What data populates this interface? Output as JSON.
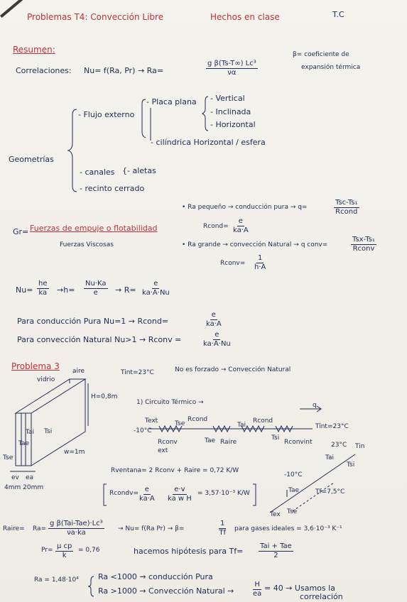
{
  "header": {
    "title": "Problemas T4: Convección Libre",
    "subtitle": "Hechos en clase",
    "tag": "T.C"
  },
  "resumen": {
    "label": "Resumen:",
    "correlaciones_label": "Correlaciones:",
    "nu_formula": "Nu= f(Ra, Pr) → Ra=",
    "ra_num": "g β(Ts-T∞) Lc³",
    "ra_den": "να",
    "beta_note_1": "β= coeficiente de",
    "beta_note_2": "expansión térmica"
  },
  "geometrias": {
    "label": "Geometrías",
    "flujo_externo": "- Flujo externo",
    "placa_plana": "- Placa plana",
    "vertical": "- Vertical",
    "inclinada": "- Inclinada",
    "horizontal": "- Horizontal",
    "cilindrica": "- cilíndrica Horizontal / esfera",
    "canales": "- canales",
    "aletas": "{- aletas",
    "recinto": "- recinto cerrado"
  },
  "gr": {
    "label": "Gr=",
    "num": "Fuerzas de empuje o flotabilidad",
    "den": "Fuerzas Viscosas"
  },
  "ra_cases": {
    "pequeno": "• Ra pequeño → conducción pura → q=",
    "pequeno_num": "Tsc-Ts₁",
    "pequeno_den": "Rcond",
    "rcond_label": "Rcond=",
    "rcond_num": "e",
    "rcond_den": "ka·A",
    "grande": "• Ra grande → convección Natural → q conv=",
    "grande_num": "Tsx-Ts₁",
    "grande_den": "Rconv",
    "rconv_label": "Rconv=",
    "rconv_num": "1",
    "rconv_den": "h·A"
  },
  "nu_def": {
    "nu_eq": "Nu=",
    "nu_num": "he",
    "nu_den": "ka",
    "arrow_h": "→h=",
    "h_num": "Nu·Ka",
    "h_den": "e",
    "arrow_r": "→ R=",
    "r_num": "e",
    "r_den": "ka·A·Nu"
  },
  "cases": {
    "cond": "Para conducción Pura  Nu=1 → Rcond=",
    "cond_num": "e",
    "cond_den": "ka·A",
    "conv": "Para convección Natural  Nu>1 → Rconv =",
    "conv_num": "e",
    "conv_den": "ka·A·Nu"
  },
  "problema3": {
    "label": "Problema 3",
    "tint": "Tint=23°C",
    "forzado": "No es forzado → Convección Natural",
    "vidrio": "vidrio",
    "aire": "aire",
    "h": "H=0,8m",
    "tsi": "Tsi",
    "tai": "Tai",
    "tae": "Tae",
    "tse": "Tse",
    "w": "w=1m",
    "ev": "ev",
    "ea": "ea",
    "espesor": "4mm  20mm",
    "circuito": "1) Circuito Térmico →",
    "q": "q",
    "text": "Text",
    "text_val": "-10°C",
    "tse2": "Tse",
    "rcond": "Rcond",
    "tai2": "Tai",
    "rcond2": "Rcond",
    "tint2": "Tint=23°C",
    "rconv": "Rconv",
    "ext": "ext",
    "tae2": "Tae",
    "raire": "Raire",
    "tsi2": "Tsi",
    "rconvint": "Rconvint",
    "rventana": "Rventana= 2 Rconv + Raire = 0,72 K/W",
    "rcondv_label": "Rcondv=",
    "rcondv_num": "e",
    "rcondv_den": "ka·A",
    "rcondv2_num": "e·v",
    "rcondv2_den": "ka w H",
    "rcondv_val": "= 3,57·10⁻³ K/W",
    "gtin": "Tin",
    "g23": "23°C",
    "gtai": "Tai",
    "gtsi": "Tsi",
    "gm10": "-10°C",
    "gtae": "Tae",
    "gtf": "Tf=7,5°C",
    "gtex": "Tex",
    "gtse": "Tse"
  },
  "raire": {
    "label": "Raire=",
    "ra": "Ra=",
    "ra_num": "g β(Tai-Tae)·Lc³",
    "ra_den": "νa·ka",
    "arrow": "→ Nu= f(Ra Pr) → β=",
    "b_num": "1",
    "b_den": "Tf",
    "gases": "para gases ideales = 3,6·10⁻³ K⁻¹",
    "pr": "Pr=",
    "pr_num": "μ cp",
    "pr_den": "k",
    "pr_val": "= 0,76",
    "hip": "hacemos hipótesis para Tf=",
    "hip_num": "Tai + Tae",
    "hip_den": "2",
    "ra_val": "Ra = 1,48·10⁴",
    "lt1000": "Ra <1000 → conducción Pura",
    "gt1000": "Ra >1000 → Convección Natural →",
    "hea_num": "H",
    "hea_den": "ea",
    "hea_val": "= 40 → Usamos la",
    "correlacion": "correlación"
  }
}
